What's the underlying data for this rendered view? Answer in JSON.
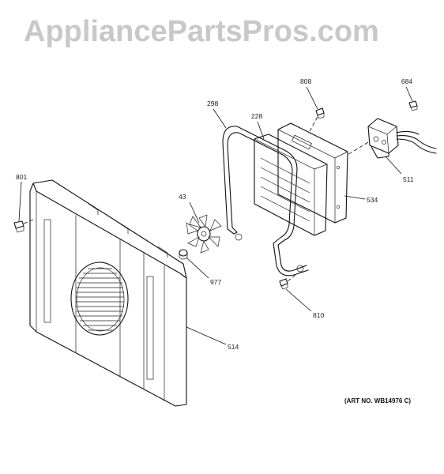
{
  "watermark": "AppliancePartsPros.com",
  "art_number": "(ART NO. WB14976 C)",
  "callouts": {
    "c801": "801",
    "c298": "298",
    "c228": "228",
    "c808": "808",
    "c684": "684",
    "c43": "43",
    "c511": "511",
    "c534": "534",
    "c977": "977",
    "c810": "810",
    "c514": "514"
  }
}
